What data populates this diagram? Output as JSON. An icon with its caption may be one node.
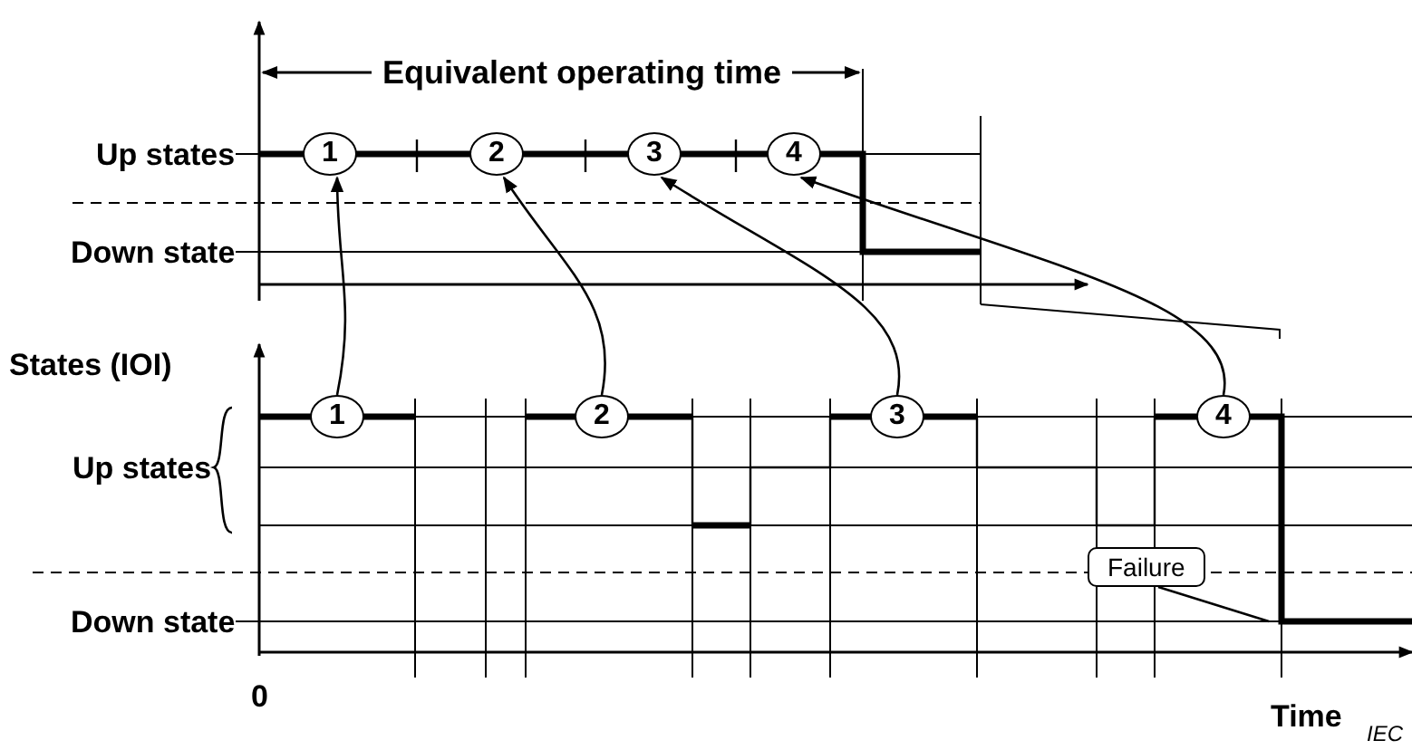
{
  "diagram": {
    "nodes": [
      {
        "text": [
          "1"
        ]
      },
      {
        "text": [
          "2"
        ]
      },
      {
        "text": [
          "3"
        ]
      },
      {
        "text": [
          "4"
        ]
      },
      {
        "text": [
          "1"
        ]
      },
      {
        "text": [
          "2"
        ]
      },
      {
        "text": [
          "3"
        ]
      },
      {
        "text": [
          "4"
        ]
      },
      {
        "text": [
          "Failure"
        ]
      }
    ],
    "edges": [
      {
        "from": 4,
        "to": 0,
        "arrow": "to"
      },
      {
        "from": 5,
        "to": 1,
        "arrow": "to"
      },
      {
        "from": 6,
        "to": 2,
        "arrow": "to"
      },
      {
        "from": 7,
        "to": 3,
        "arrow": "to"
      },
      {
        "from": 8,
        "to": null,
        "arrow": "none"
      }
    ],
    "labels": [
      "Equivalent operating time",
      "Up states",
      "Down state",
      "States (IOI)",
      "Up states",
      "Down state",
      "0",
      "Time",
      "IEC"
    ]
  }
}
